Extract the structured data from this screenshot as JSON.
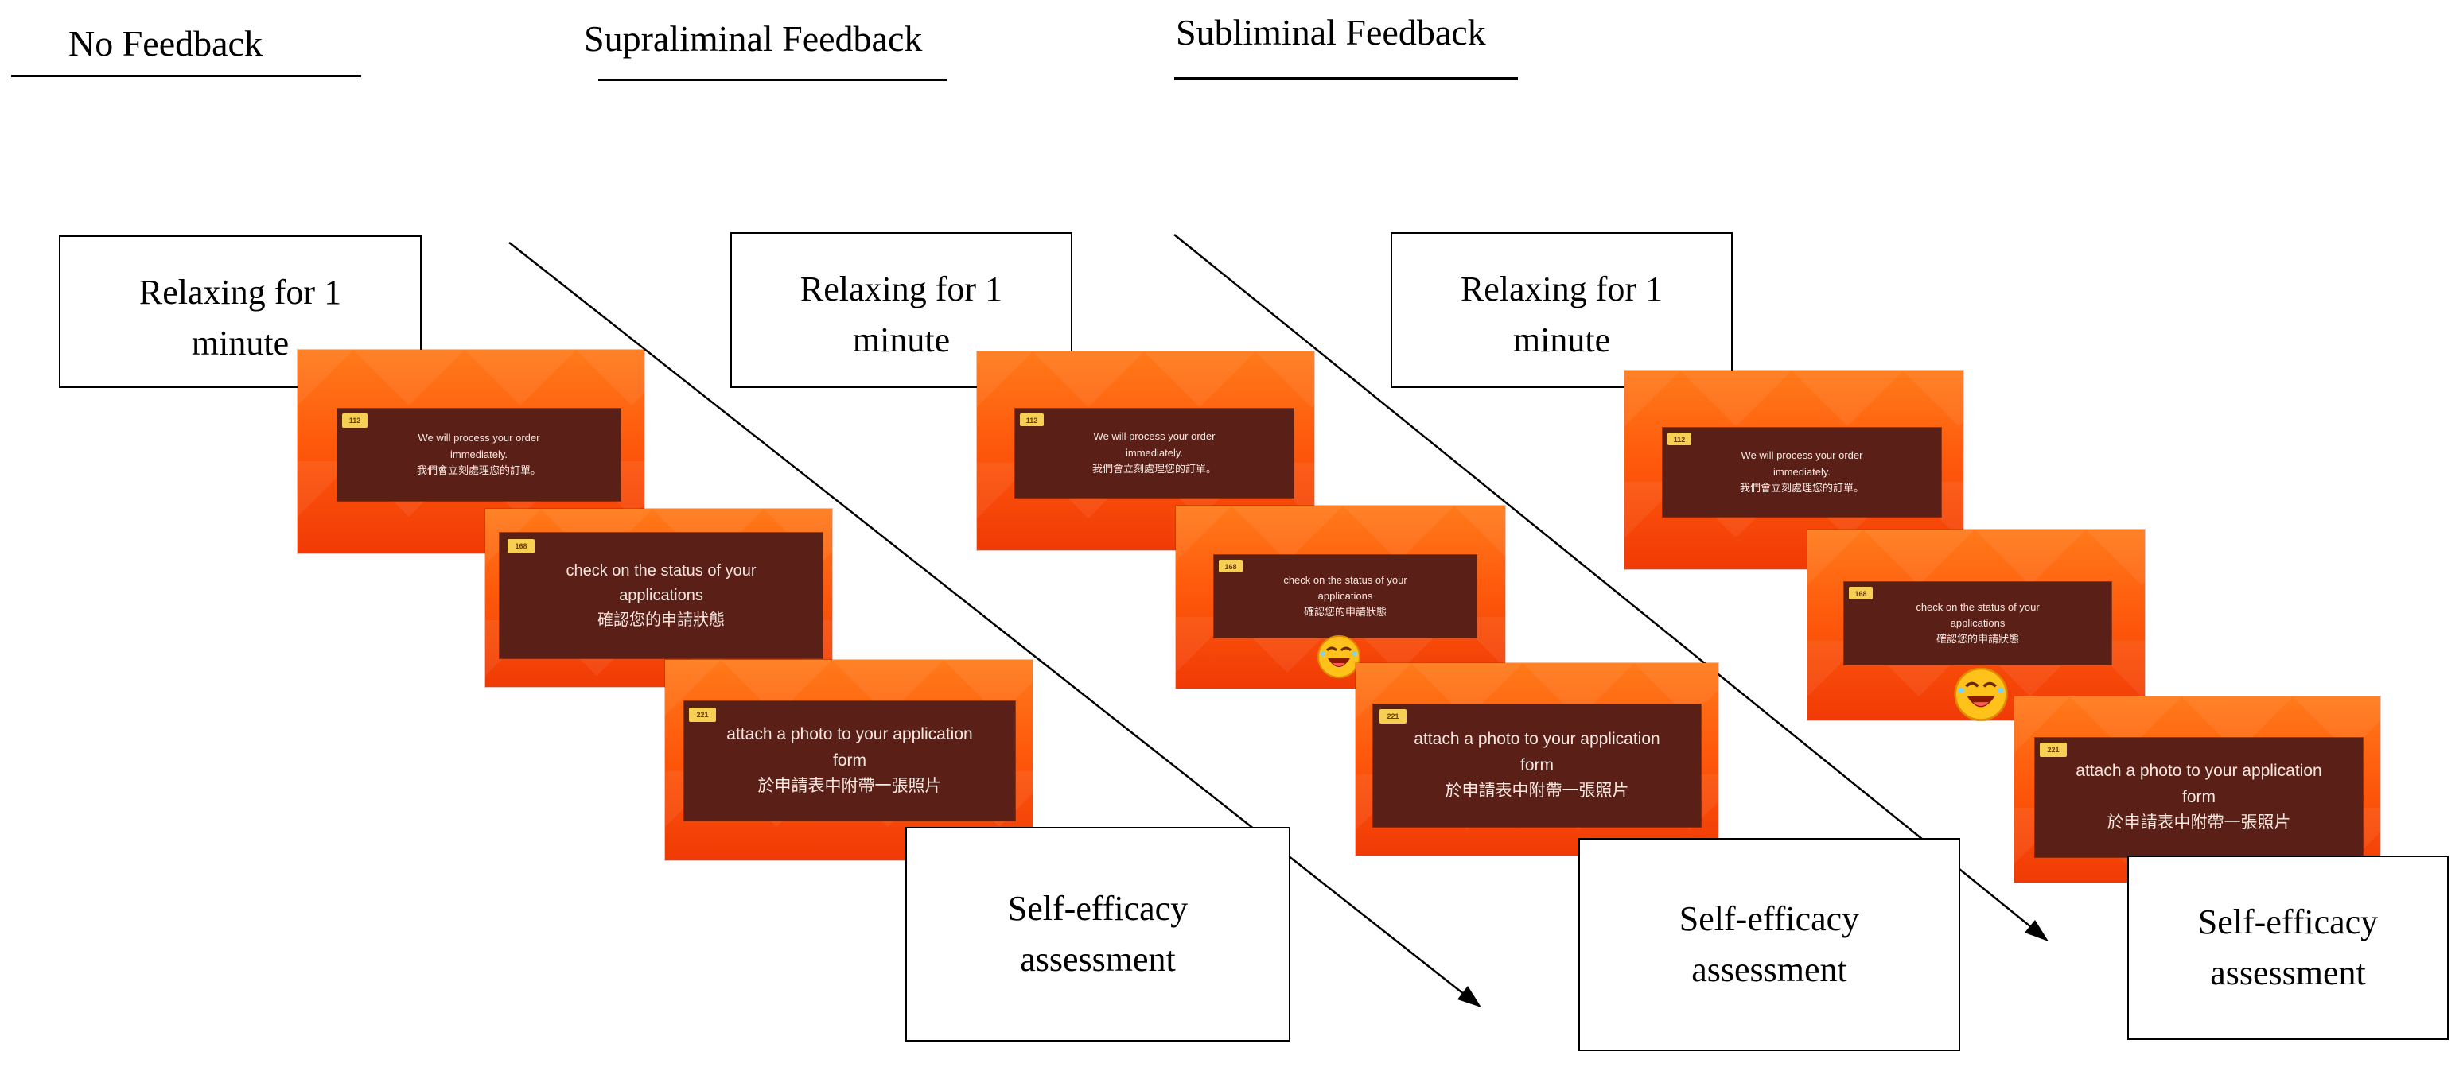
{
  "headings": {
    "no_feedback": "No Feedback",
    "supraliminal": "Supraliminal Feedback",
    "subliminal": "Subliminal Feedback"
  },
  "boxes": {
    "relax_line1": "Relaxing for 1",
    "relax_line2": "minute",
    "assess_line1": "Self-efficacy",
    "assess_line2": "assessment"
  },
  "slides": {
    "s1": {
      "tag": "112",
      "en_1": "We will process your order",
      "en_2": "immediately.",
      "zh": "我們會立刻處理您的訂單。"
    },
    "s2": {
      "tag": "168",
      "en_1": "check on the status of your",
      "en_2": "applications",
      "zh": "確認您的申請狀態"
    },
    "s3": {
      "tag": "221",
      "en_1": "attach a photo to your application",
      "en_2": "form",
      "zh": "於申請表中附帶一張照片"
    }
  },
  "colors": {
    "slide_orange": "#ff5a0c",
    "panel_brown": "#5a1f16",
    "tag_yellow": "#f6cf55",
    "emoji_yellow": "#ffc21a"
  },
  "icons": {
    "feedback": "laughing-face-icon",
    "arrow": "arrow-icon"
  }
}
